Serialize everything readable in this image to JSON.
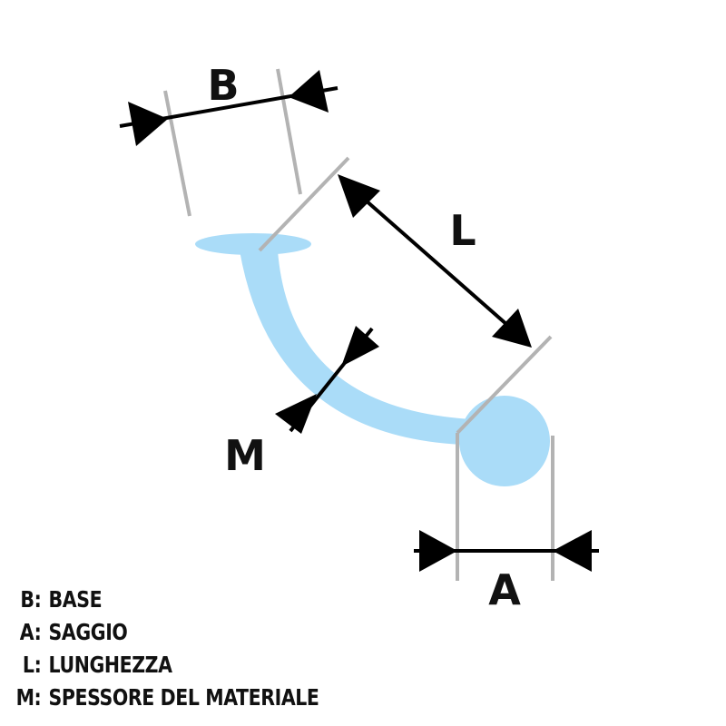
{
  "diagram": {
    "labels": {
      "base": "B",
      "length": "L",
      "thickness": "M",
      "gauge": "A"
    },
    "colors": {
      "jewelry_fill": "#aadcf8",
      "extension_lines": "#b3b3b3",
      "dimension_lines": "#000000",
      "text": "#111111",
      "background": "#ffffff"
    }
  },
  "legend": {
    "items": [
      {
        "key": "B:",
        "value": "BASE"
      },
      {
        "key": "A:",
        "value": "SAGGIO"
      },
      {
        "key": "L:",
        "value": "LUNGHEZZA"
      },
      {
        "key": "M:",
        "value": "SPESSORE DEL MATERIALE"
      }
    ]
  }
}
